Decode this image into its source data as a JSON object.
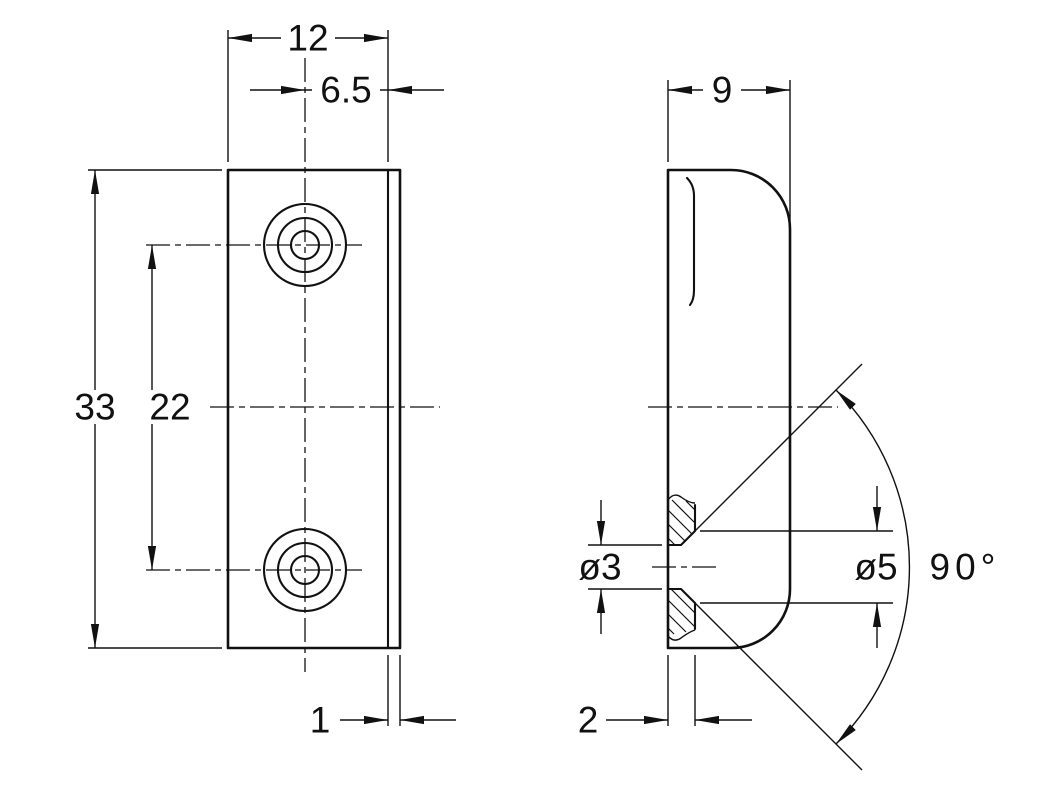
{
  "drawing": {
    "background": "#ffffff",
    "line_color": "#111111",
    "front_view": {
      "dims": {
        "overall_width": "12",
        "hole_center_offset": "6.5",
        "overall_height": "33",
        "hole_spacing": "22",
        "lip_thickness": "1"
      }
    },
    "side_view": {
      "dims": {
        "overall_depth": "9",
        "hole_diameter": "ø3",
        "countersink_diameter": "ø5",
        "countersink_angle": "90°",
        "web_thickness": "2"
      }
    }
  }
}
